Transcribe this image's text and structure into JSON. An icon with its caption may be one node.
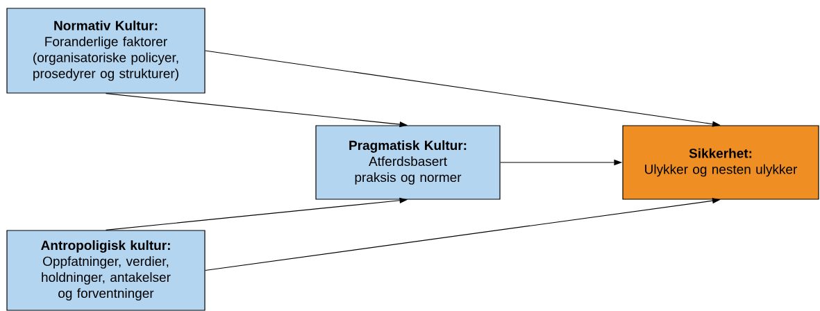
{
  "diagram": {
    "nodes": [
      {
        "text": [
          "Normativ Kultur:",
          "Foranderlige faktorer (organisatoriske policyer, prosedyrer og strukturer)"
        ]
      },
      {
        "text": [
          "Pragmatisk Kultur:",
          "Atferdsbasert praksis og normer"
        ]
      },
      {
        "text": [
          "Sikkerhet:",
          "Ulykker og nesten ulykker"
        ]
      },
      {
        "text": [
          "Antropoligisk kultur:",
          "Oppfatninger, verdier, holdninger, antakelser og forventninger"
        ]
      }
    ],
    "edges": [
      {
        "from": 0,
        "to": 1,
        "arrow": "to"
      },
      {
        "from": 0,
        "to": 2,
        "arrow": "to"
      },
      {
        "from": 1,
        "to": 2,
        "arrow": "to"
      },
      {
        "from": 3,
        "to": 1,
        "arrow": "to"
      },
      {
        "from": 3,
        "to": 2,
        "arrow": "to"
      }
    ]
  }
}
